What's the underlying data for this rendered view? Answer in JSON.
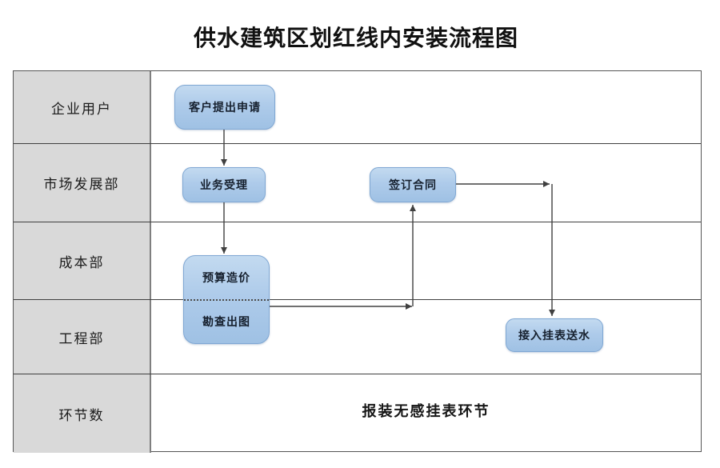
{
  "title": "供水建筑区划红线内安装流程图",
  "lanes": [
    {
      "label": "企业用户"
    },
    {
      "label": "市场发展部"
    },
    {
      "label": "成本部"
    },
    {
      "label": "工程部"
    },
    {
      "label": "环节数"
    }
  ],
  "nodes": {
    "apply": {
      "label": "客户提出申请",
      "lane": "企业用户"
    },
    "accept": {
      "label": "业务受理",
      "lane": "市场发展部"
    },
    "contract": {
      "label": "签订合同",
      "lane": "市场发展部"
    },
    "budget": {
      "label": "预算造价",
      "lane": "成本部"
    },
    "survey": {
      "label": "勘查出图",
      "lane": "工程部"
    },
    "connect": {
      "label": "接入挂表送水",
      "lane": "工程部"
    }
  },
  "footer_note": "报装无感挂表环节",
  "edges": [
    {
      "from": "客户提出申请",
      "to": "业务受理"
    },
    {
      "from": "业务受理",
      "to": "预算造价/勘查出图"
    },
    {
      "from": "勘查出图",
      "to": "签订合同"
    },
    {
      "from": "签订合同",
      "to": "接入挂表送水"
    }
  ],
  "colors": {
    "node_fill_top": "#c3daf0",
    "node_fill_bottom": "#9fc1e4",
    "node_border": "#7fa7d3",
    "lane_fill": "#d9d9d9",
    "grid_line": "#404040",
    "arrow": "#404040"
  }
}
